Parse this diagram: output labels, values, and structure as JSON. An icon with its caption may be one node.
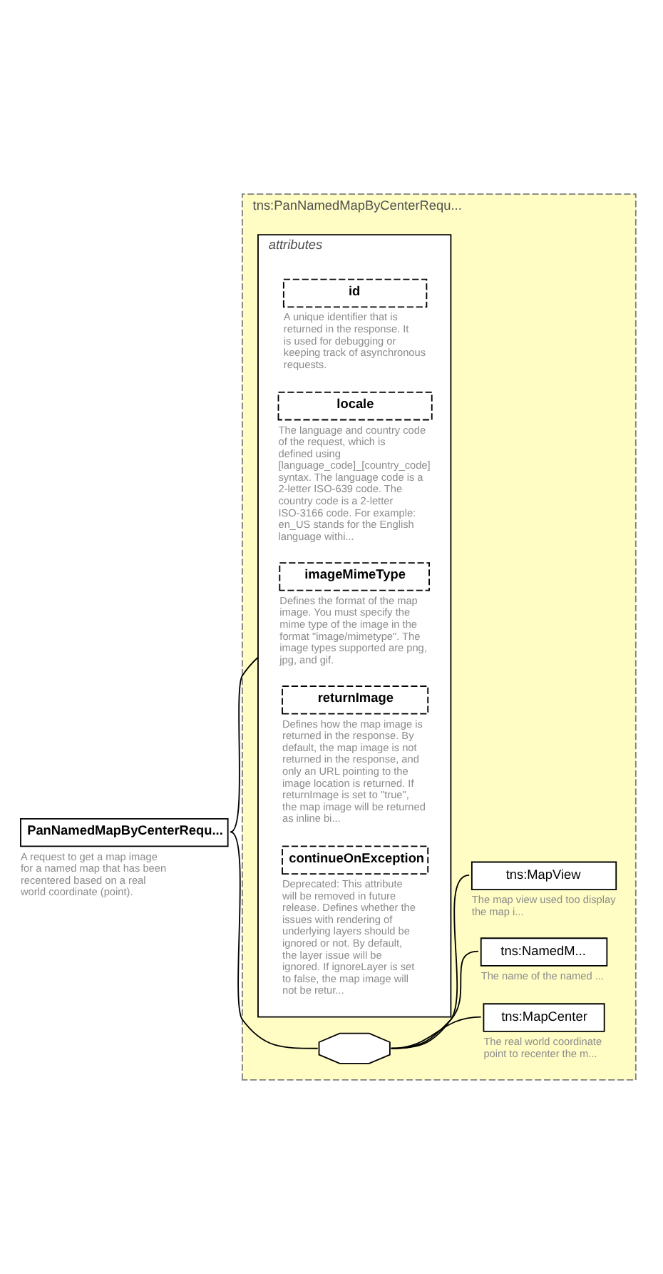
{
  "diagram": {
    "nodes": [
      {
        "text": [
          "PanNamedMapByCenterRequ..."
        ],
        "beside": [
          "A request to get a map image for a named map that has been recentered based on a real world coordinate (point)."
        ]
      },
      {
        "text": [
          "tns:PanNamedMapByCenterRequ..."
        ]
      },
      {
        "text": [
          "attributes"
        ],
        "in": 1
      },
      {
        "text": [
          "id"
        ],
        "in": 2,
        "beside": [
          "A unique identifier that is returned in the response. It is used for debugging or keeping track of asynchronous requests."
        ]
      },
      {
        "text": [
          "locale"
        ],
        "in": 2,
        "beside": [
          "The language and country code of the request, which is defined using [language_code]_[country_code] syntax. The language code is a 2-letter ISO-639 code. The country code is a 2-letter ISO-3166 code. For example: en_US stands for the English language withi..."
        ]
      },
      {
        "text": [
          "imageMimeType"
        ],
        "in": 2,
        "beside": [
          "Defines the format of the map image. You must specify the mime type of the image in the format \"image/mimetype\". The image types supported are png, jpg, and gif."
        ]
      },
      {
        "text": [
          "returnImage"
        ],
        "in": 2,
        "beside": [
          "Defines how the map image is returned in the response. By default, the map image is not returned in the response, and only an URL pointing to the image location is returned. If returnImage is set to \"true\", the map image will be returned as inline bi..."
        ]
      },
      {
        "text": [
          "continueOnException"
        ],
        "in": 2,
        "beside": [
          "Deprecated: This attribute will be removed in future release. Defines whether the issues with rendering of underlying layers should be ignored or not. By default, the layer issue will be ignored. If ignoreLayer is set to false, the map image will not be retur..."
        ]
      },
      {
        "text": [],
        "shape": "octagon",
        "in": 1
      },
      {
        "text": [
          "tns:MapView"
        ],
        "in": 1,
        "beside": [
          "The map view used too display the map i..."
        ]
      },
      {
        "text": [
          "tns:NamedM..."
        ],
        "in": 1,
        "beside": [
          "The name of the named ..."
        ]
      },
      {
        "text": [
          "tns:MapCenter"
        ],
        "in": 1,
        "beside": [
          "The real world coordinate point to recenter the m..."
        ]
      }
    ],
    "edges": [
      {
        "from": 0,
        "to": 2,
        "arrow": "none"
      },
      {
        "from": 0,
        "to": 8,
        "arrow": "none"
      },
      {
        "from": 8,
        "to": 9,
        "arrow": "none"
      },
      {
        "from": 8,
        "to": 10,
        "arrow": "none"
      },
      {
        "from": 8,
        "to": 11,
        "arrow": "none"
      }
    ]
  }
}
